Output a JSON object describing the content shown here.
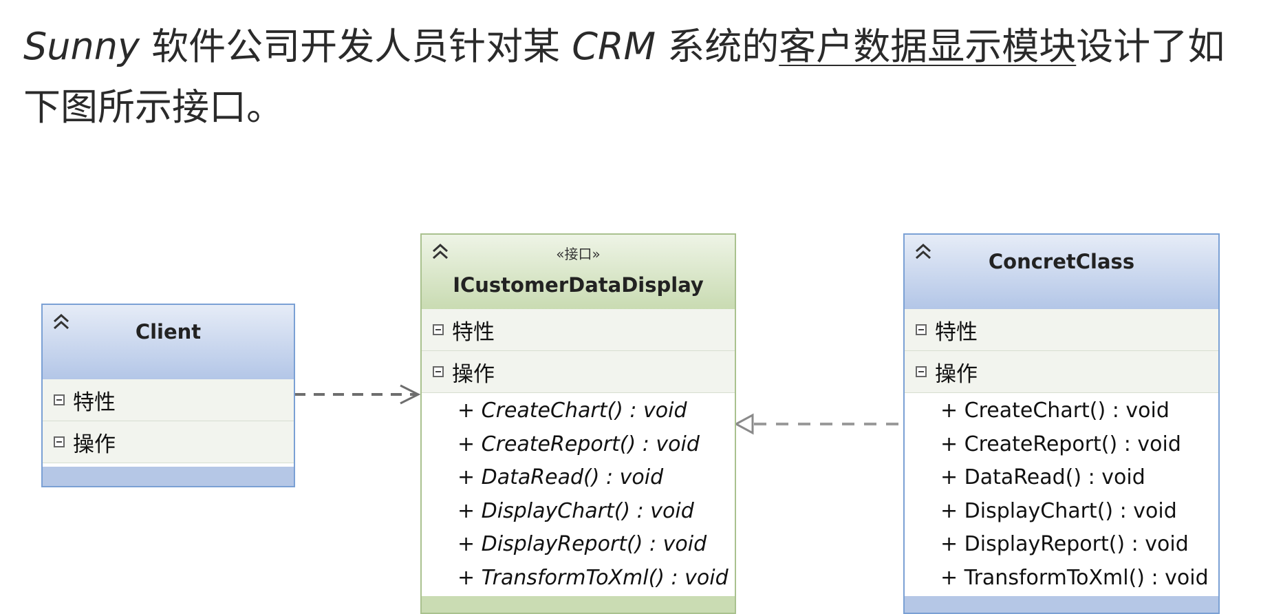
{
  "intro": {
    "en1": "Sunny",
    "t1": " 软件公司开发人员针对某 ",
    "en2": "CRM",
    "t2": " 系统的",
    "underlined": "客户数据显示模块",
    "t3": "设计了如下图所示接口。"
  },
  "diagram": {
    "client": {
      "name": "Client",
      "compartments": [
        "特性",
        "操作"
      ]
    },
    "interface": {
      "stereotype": "«接口»",
      "name": "ICustomerDataDisplay",
      "compartments": [
        "特性",
        "操作"
      ],
      "operations": [
        "+ CreateChart() : void",
        "+ CreateReport() : void",
        "+ DataRead() : void",
        "+ DisplayChart() : void",
        "+ DisplayReport() : void",
        "+ TransformToXml() : void"
      ]
    },
    "concrete": {
      "name": "ConcretClass",
      "compartments": [
        "特性",
        "操作"
      ],
      "operations": [
        "+ CreateChart() : void",
        "+ CreateReport() : void",
        "+ DataRead() : void",
        "+ DisplayChart() : void",
        "+ DisplayReport() : void",
        "+ TransformToXml() : void"
      ]
    },
    "relations": [
      {
        "from": "Client",
        "to": "ICustomerDataDisplay",
        "type": "dependency"
      },
      {
        "from": "ConcretClass",
        "to": "ICustomerDataDisplay",
        "type": "realization"
      }
    ]
  }
}
